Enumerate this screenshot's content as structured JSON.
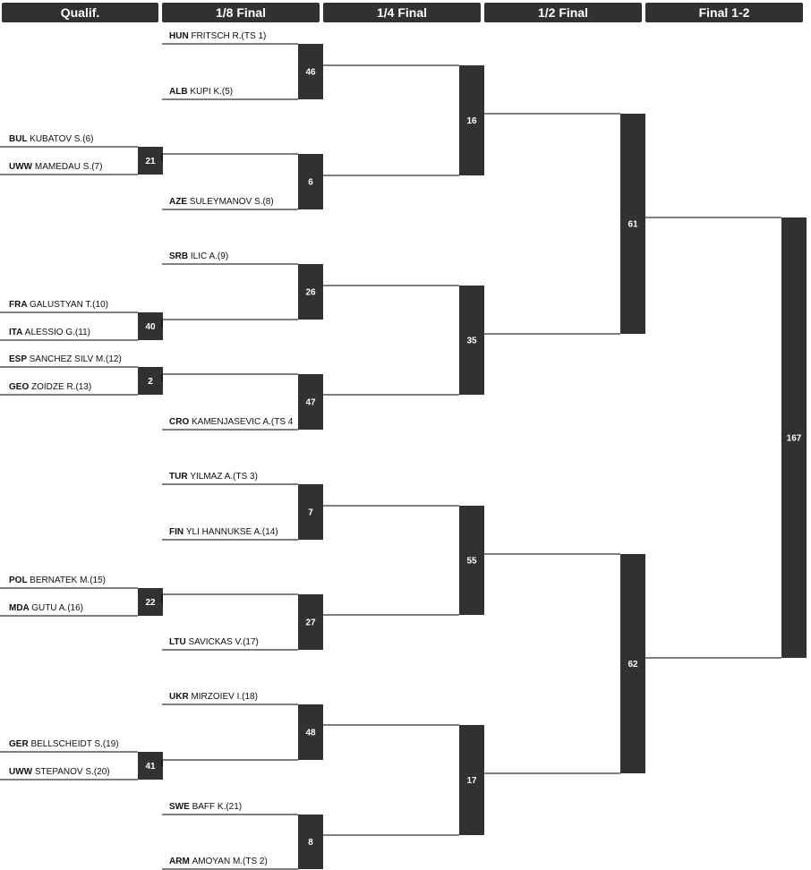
{
  "headers": [
    "Qualif.",
    "1/8 Final",
    "1/4 Final",
    "1/2 Final",
    "Final 1-2"
  ],
  "colors": {
    "box": "#313131",
    "line": "#000000",
    "header_text": "#ffffff"
  },
  "qualification": [
    {
      "match": "21",
      "top": {
        "nat": "BUL",
        "name": "KUBATOV S.(6)"
      },
      "bottom": {
        "nat": "UWW",
        "name": "MAMEDAU S.(7)"
      }
    },
    {
      "match": "40",
      "top": {
        "nat": "FRA",
        "name": "GALUSTYAN T.(10)"
      },
      "bottom": {
        "nat": "ITA",
        "name": "ALESSIO G.(11)"
      }
    },
    {
      "match": "2",
      "top": {
        "nat": "ESP",
        "name": "SANCHEZ SILV M.(12)"
      },
      "bottom": {
        "nat": "GEO",
        "name": "ZOIDZE R.(13)"
      }
    },
    {
      "match": "22",
      "top": {
        "nat": "POL",
        "name": "BERNATEK M.(15)"
      },
      "bottom": {
        "nat": "MDA",
        "name": "GUTU A.(16)"
      }
    },
    {
      "match": "41",
      "top": {
        "nat": "GER",
        "name": "BELLSCHEIDT S.(19)"
      },
      "bottom": {
        "nat": "UWW",
        "name": "STEPANOV S.(20)"
      }
    }
  ],
  "eighth_final": [
    {
      "match": "46",
      "top": {
        "nat": "HUN",
        "name": "FRITSCH R.(TS 1)"
      },
      "bottom": {
        "nat": "ALB",
        "name": "KUPI K.(5)"
      }
    },
    {
      "match": "6",
      "top": null,
      "bottom": {
        "nat": "AZE",
        "name": "SULEYMANOV S.(8)"
      }
    },
    {
      "match": "26",
      "top": {
        "nat": "SRB",
        "name": "ILIC A.(9)"
      },
      "bottom": null
    },
    {
      "match": "47",
      "top": null,
      "bottom": {
        "nat": "CRO",
        "name": "KAMENJASEVIC A.(TS 4"
      }
    },
    {
      "match": "7",
      "top": {
        "nat": "TUR",
        "name": "YILMAZ A.(TS 3)"
      },
      "bottom": {
        "nat": "FIN",
        "name": "YLI HANNUKSE A.(14)"
      }
    },
    {
      "match": "27",
      "top": null,
      "bottom": {
        "nat": "LTU",
        "name": "SAVICKAS V.(17)"
      }
    },
    {
      "match": "48",
      "top": {
        "nat": "UKR",
        "name": "MIRZOIEV I.(18)"
      },
      "bottom": null
    },
    {
      "match": "8",
      "top": {
        "nat": "SWE",
        "name": "BAFF K.(21)"
      },
      "bottom": {
        "nat": "ARM",
        "name": "AMOYAN M.(TS 2)"
      }
    }
  ],
  "quarter_final": [
    "16",
    "35",
    "55",
    "17"
  ],
  "semi_final": [
    "61",
    "62"
  ],
  "final": [
    "167"
  ]
}
